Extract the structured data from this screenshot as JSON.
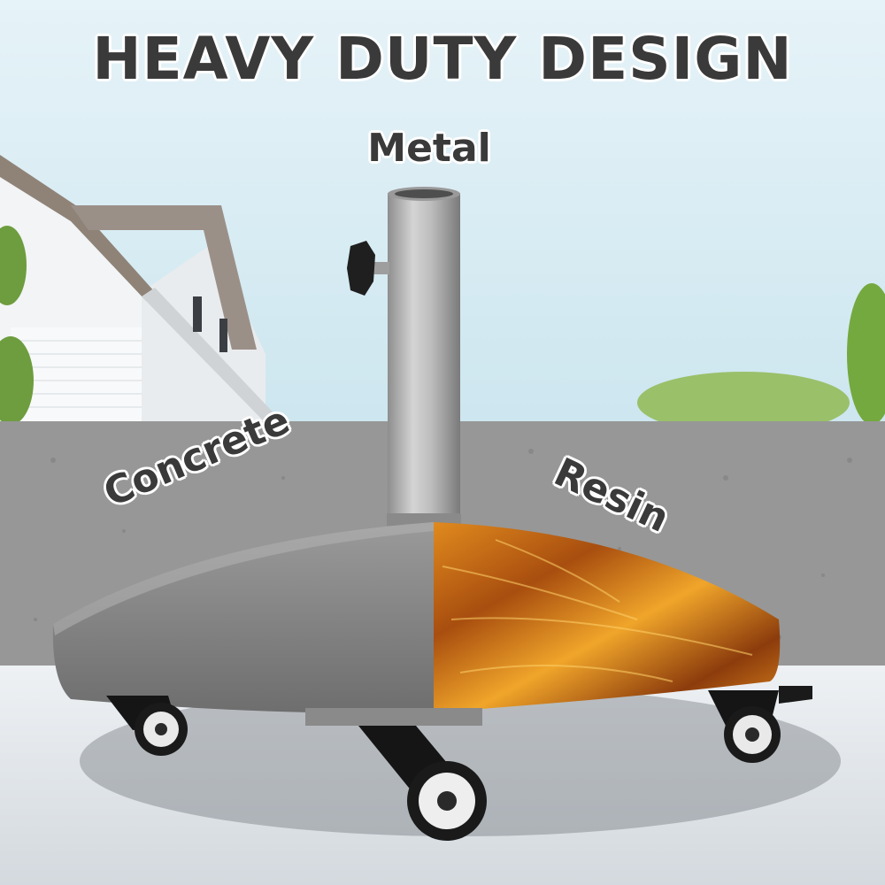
{
  "headline": "HEAVY DUTY DESIGN",
  "labels": {
    "metal": "Metal",
    "concrete": "Concrete",
    "resin": "Resin"
  },
  "colors": {
    "sky": "#d8ecf3",
    "text": "#3a3a3a",
    "concrete": "#8a8a8a",
    "resin": "#c9731a",
    "metal": "#b8b8b8"
  }
}
